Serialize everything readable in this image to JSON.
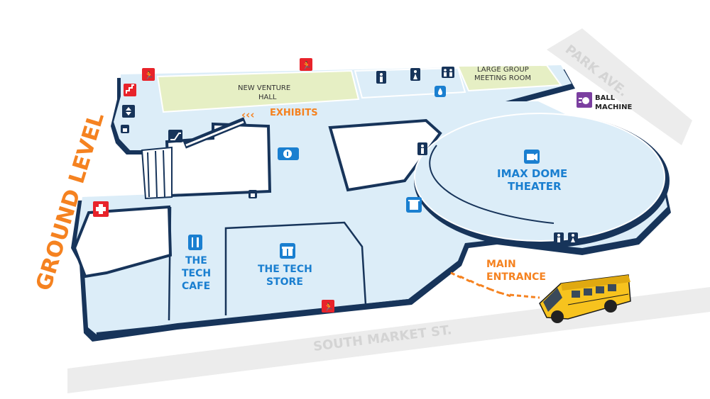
{
  "title": "GROUND LEVEL",
  "streets": {
    "park": "PARK AVE.",
    "south_market": "SOUTH MARKET ST."
  },
  "rooms": {
    "new_venture_1": "NEW VENTURE",
    "new_venture_2": "HALL",
    "large_group_1": "LARGE GROUP",
    "large_group_2": "MEETING ROOM",
    "imax_1": "IMAX DOME",
    "imax_2": "THEATER",
    "store_1": "THE TECH",
    "store_2": "STORE",
    "cafe_1": "THE",
    "cafe_2": "TECH",
    "cafe_3": "CAFE",
    "ball_1": "BALL",
    "ball_2": "MACHINE"
  },
  "directions": {
    "exhibits": "EXHIBITS",
    "main_1": "MAIN",
    "main_2": "ENTRANCE"
  },
  "colors": {
    "floor": "#dcedf8",
    "wall": "#17345a",
    "room_green": "#e6efc4",
    "accent_blue": "#1a7fd0",
    "accent_orange": "#f58220",
    "red": "#e8232a",
    "purple": "#7b3fa0",
    "street": "#e6e6e6",
    "bus": "#f7c31e"
  },
  "icons": [
    "fire-exit-icon",
    "first-aid-icon",
    "elevator-icon",
    "locker-icon",
    "escalator-icon",
    "info-icon",
    "restroom-women-icon",
    "restroom-men-icon",
    "family-restroom-icon",
    "water-fountain-icon",
    "camera-icon",
    "trash-icon",
    "gift-icon",
    "food-icon",
    "bus-icon",
    "ball-machine-icon"
  ]
}
